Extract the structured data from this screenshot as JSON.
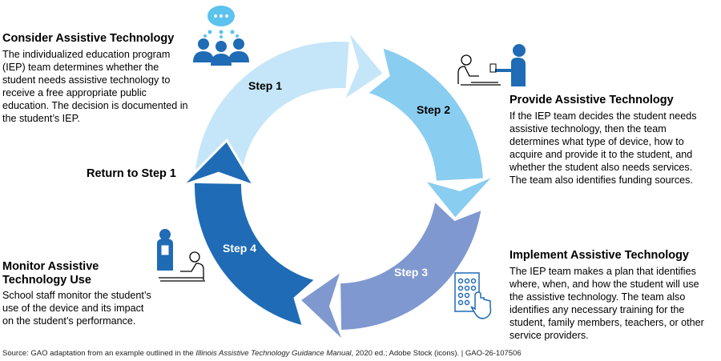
{
  "colors": {
    "step1": "#c5e6f8",
    "step2": "#89cdf0",
    "step3": "#7f98cf",
    "step4": "#1f6bb5",
    "icon_blue": "#1f6bb5",
    "icon_light": "#5cc2ee"
  },
  "steps": [
    {
      "label": "Step 1",
      "icon": "group-thought-bubble-icon"
    },
    {
      "label": "Step 2",
      "icon": "handing-device-icon"
    },
    {
      "label": "Step 3",
      "icon": "keypad-touch-icon"
    },
    {
      "label": "Step 4",
      "icon": "teacher-observing-student-icon"
    }
  ],
  "return_label": "Return to Step 1",
  "consider": {
    "title": "Consider Assistive Technology",
    "body": "The individualized education program (IEP) team determines whether the student needs assistive technology to receive a free appropriate public education. The decision is documented in the student’s IEP."
  },
  "provide": {
    "title": "Provide Assistive Technology",
    "body": "If the IEP team decides the student needs assistive technology, then the team determines what type of device, how to acquire and provide it to the student, and whether the student also needs services. The team also identifies funding sources."
  },
  "implement": {
    "title": "Implement Assistive Technology",
    "body": "The IEP team makes a plan that identifies where, when, and how the student will use the assistive technology. The team also identifies any necessary training for the student, family members, teachers, or other service providers."
  },
  "monitor": {
    "title": "Monitor Assistive Technology Use",
    "body": "School staff monitor the student’s use of the device and its impact on the student’s performance."
  },
  "source": {
    "prefix": "Source: GAO adaptation from an example outlined in the ",
    "italic": "Illinois Assistive Technology Guidance Manual",
    "suffix": ", 2020 ed.; Adobe Stock (icons).  |  GAO-26-107506"
  }
}
